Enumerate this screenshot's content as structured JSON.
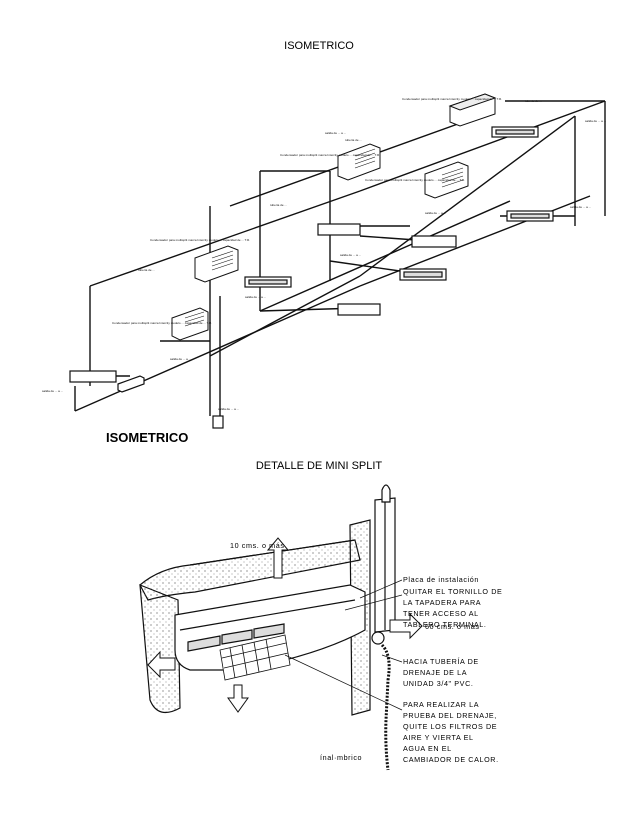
{
  "headings": {
    "isometric": "ISOMETRICO",
    "detail": "DETALLE DE MINI SPLIT"
  },
  "isometric_drawing": {
    "caption": "ISOMETRICO",
    "condenser_note": "Condensador para multisplit marca Intercity modelo ... capacidad de ... T.R.",
    "pipe_note": "tubería de ...",
    "drain_note": "salida de ... a ..."
  },
  "minisplit_detail": {
    "clearance_top": "10 cms. o más",
    "clearance_side": "60 cms. o más",
    "plate_label": "Placa de instalación",
    "screw_label": "Quitar el tornillo de la tapadera para tener acceso al tablero terminal.",
    "drain_label": "Hacia tubería de drenaje de la unidad 3/4\" PVC.",
    "test_label": "Para realizar la prueba del drenaje, quite los filtros de aire y vierta el agua en el cambiador de calor.",
    "cable_label": "ínal·mbrico"
  }
}
